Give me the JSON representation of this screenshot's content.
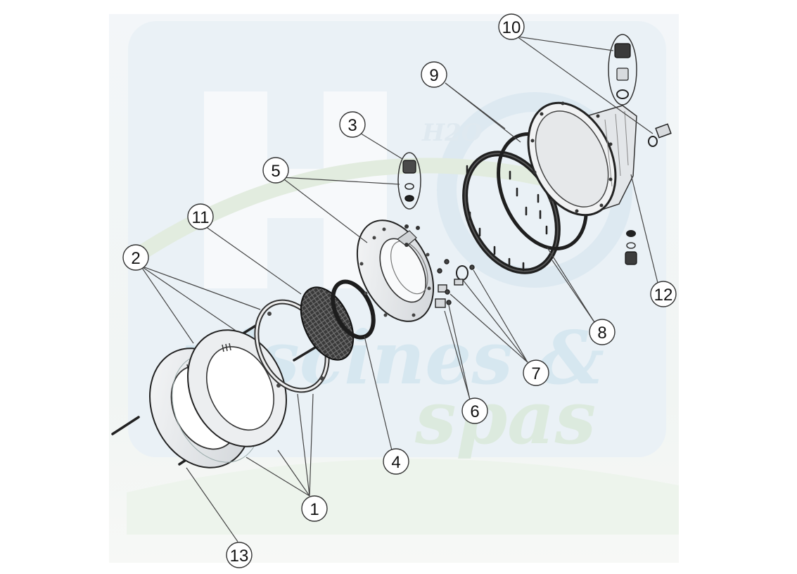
{
  "watermark": {
    "logo_text": "H2O",
    "line1": "piscines &",
    "line2": "spas"
  },
  "callouts": [
    {
      "id": "1",
      "label": "1"
    },
    {
      "id": "2",
      "label": "2"
    },
    {
      "id": "3",
      "label": "3"
    },
    {
      "id": "4",
      "label": "4"
    },
    {
      "id": "5",
      "label": "5"
    },
    {
      "id": "6",
      "label": "6"
    },
    {
      "id": "7",
      "label": "7"
    },
    {
      "id": "8",
      "label": "8"
    },
    {
      "id": "9",
      "label": "9"
    },
    {
      "id": "10",
      "label": "10"
    },
    {
      "id": "11",
      "label": "11"
    },
    {
      "id": "12",
      "label": "12"
    },
    {
      "id": "13",
      "label": "13"
    }
  ],
  "colors": {
    "stroke": "#222222",
    "part_fill": "#e9ebed",
    "gasket_fill": "#2a2a2a",
    "watermark_blue": "#cfe0ec",
    "watermark_green": "#d9ead8"
  }
}
